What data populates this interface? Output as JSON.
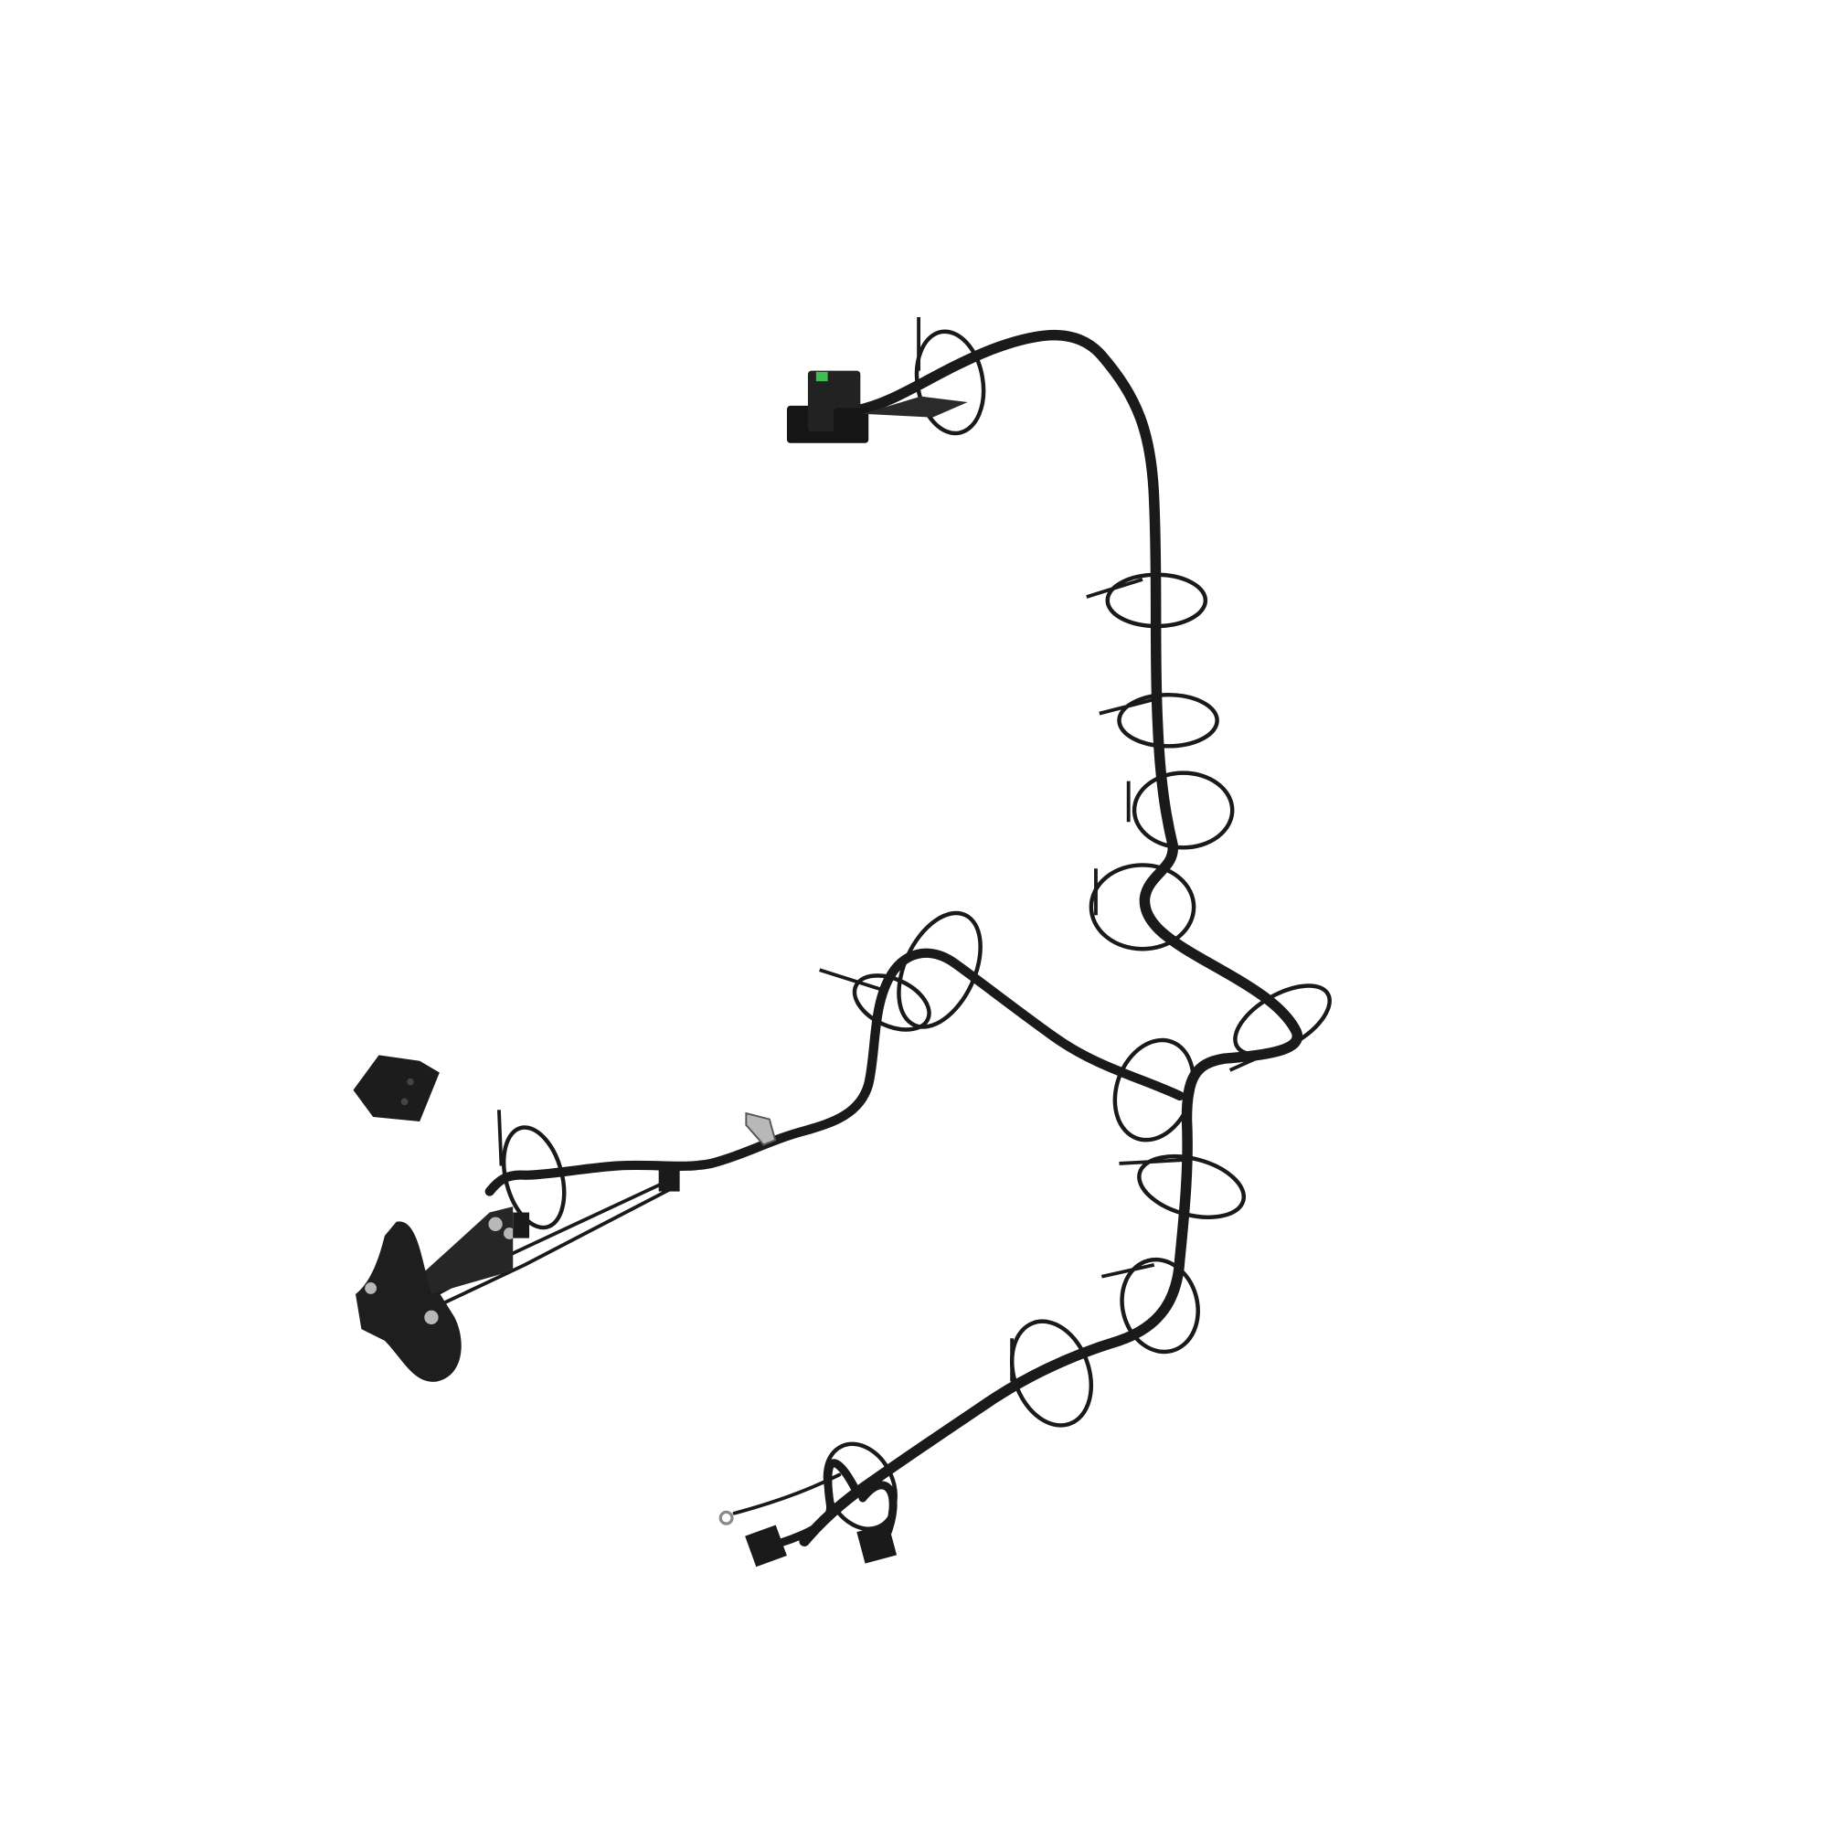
{
  "scene": {
    "background_color": "#ffffff",
    "cable_color": "#1a1a1a",
    "switch_indicator_color": "#3fbf4f",
    "metal_color": "#b8b8b8",
    "components": [
      "toggle-switch",
      "main-harness-cable",
      "branch-harness-cable",
      "cable-ties",
      "mounting-bracket",
      "rubber-block",
      "connectors",
      "ring-terminal"
    ]
  }
}
